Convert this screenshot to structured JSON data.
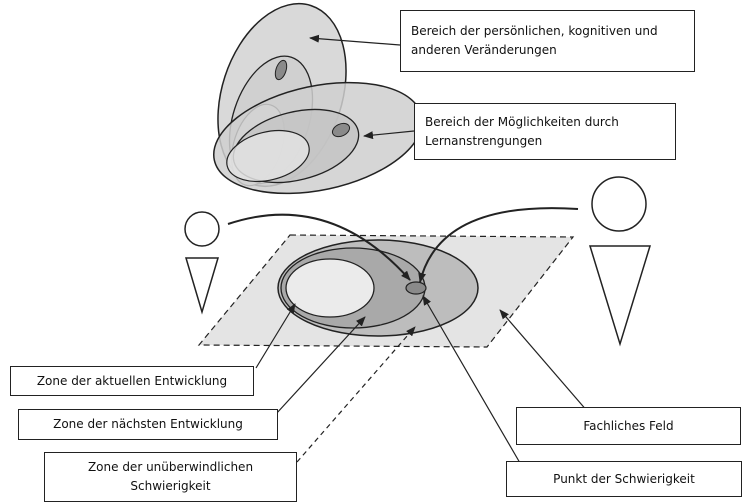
{
  "labels": {
    "persoenlich": [
      "Bereich der persönlichen, kognitiven und",
      "anderen Veränderungen"
    ],
    "moeglichkeiten": [
      "Bereich der Möglichkeiten durch",
      "Lernanstrengungen"
    ],
    "aktuelle_zone": "Zone der aktuellen Entwicklung",
    "naechste_zone": "Zone der nächsten Entwicklung",
    "unueberwindlich": [
      "Zone der unüberwindlichen",
      "Schwierigkeit"
    ],
    "fachliches_feld": "Fachliches Feld",
    "punkt": "Punkt der Schwierigkeit"
  },
  "colors": {
    "outline": "#222222",
    "light_fill": "#d9d9d9",
    "mid_fill": "#bdbdbd",
    "spot_fill": "#8a8a8a",
    "plane_fill": "#e4e4e4"
  }
}
